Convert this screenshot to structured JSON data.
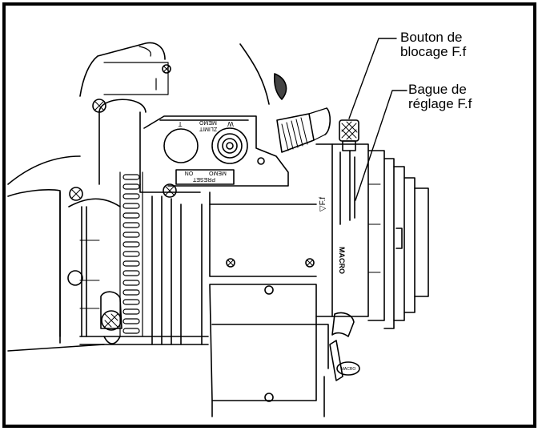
{
  "callouts": [
    {
      "text": "Bouton de\nblocage F.f"
    },
    {
      "text": "Bague de\nréglage F.f"
    }
  ],
  "panel_labels": {
    "zlimit": "ZLIMIT",
    "memo_top": "MEMO",
    "t": "T",
    "w": "W",
    "preset": "PRESET",
    "memo_bottom": "MEMO",
    "on": "ON",
    "ff_mark": "▽F.f",
    "macro": "MACRO",
    "macro_knob": "MACRO"
  },
  "colors": {
    "line": "#000000",
    "background": "#ffffff",
    "fill": "#ffffff"
  }
}
